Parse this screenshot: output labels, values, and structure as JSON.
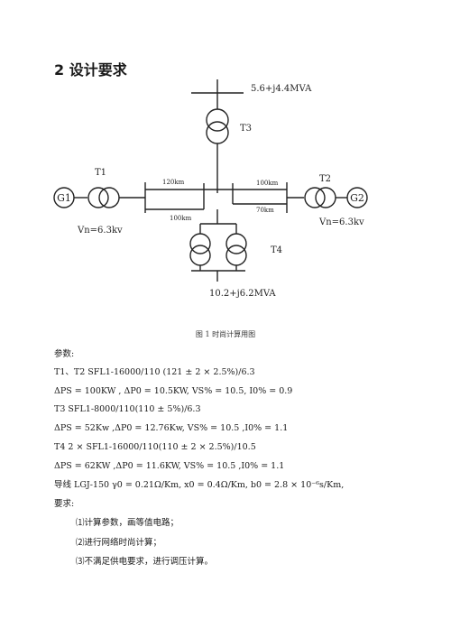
{
  "heading": "2  设计要求",
  "diagram": {
    "load_top": "5.6+j4.4MVA",
    "t3": "T3",
    "t1": "T1",
    "t2": "T2",
    "t4": "T4",
    "g1": "G1",
    "g2": "G2",
    "vn_left": "Vn=6.3kv",
    "vn_right": "Vn=6.3kv",
    "len_120": "120km",
    "len_100_right": "100km",
    "len_100_mid": "100km",
    "len_70": "70km",
    "load_bottom": "10.2+j6.2MVA"
  },
  "caption": "图 1 时尚计算用图",
  "lines": {
    "params": "参数:",
    "t1t2": "T1、T2    SFL1-16000/110    (121 ± 2 × 2.5%)/6.3",
    "eq1": "ΔPS = 100KW , ΔP0 = 10.5KW, VS% = 10.5, I0% = 0.9",
    "t3": "T3          SFL1-8000/110(110 ± 5%)/6.3",
    "eq2": "ΔPS = 52Kw ,ΔP0 = 12.76Kw, VS% = 10.5 ,I0% = 1.1",
    "t4": "T4          2 × SFL1-16000/110(110 ± 2 × 2.5%)/10.5",
    "eq3": "ΔPS = 62KW ,ΔP0 = 11.6KW, VS% = 10.5 ,I0% = 1.1",
    "wire": "导线  LGJ-150  γ0 = 0.21Ω/Km,  x0 = 0.4Ω/Km, b0 = 2.8 × 10⁻⁶s/Km,",
    "req": "要求:",
    "r1": "⑴计算参数，画等值电路；",
    "r2": "⑵进行网络时尚计算；",
    "r3": "⑶不满足供电要求，进行调压计算。"
  }
}
